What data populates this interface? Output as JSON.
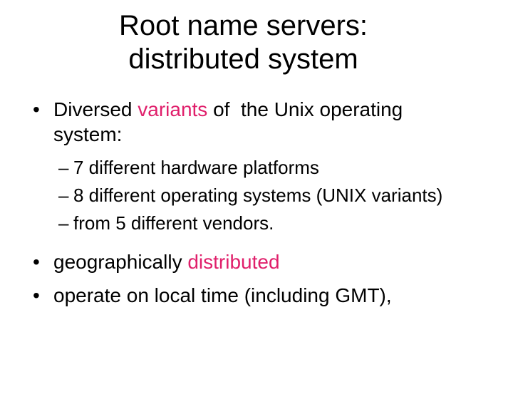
{
  "slide": {
    "background": "#ffffff",
    "text_color": "#000000",
    "highlight_color": "#e01f6b",
    "title": {
      "line1": "Root name servers:",
      "line2": "distributed system"
    },
    "bullets": {
      "b1": {
        "marker": "•",
        "pre": "Diversed ",
        "highlight": "variants",
        "post": " of  the Unix operating system:"
      },
      "sub_bullets": [
        {
          "marker": "–",
          "text": "7 different hardware platforms"
        },
        {
          "marker": "–",
          "text": "8 different operating systems (UNIX variants)"
        },
        {
          "marker": "–",
          "text": "from 5 different vendors."
        }
      ],
      "b2": {
        "marker": "•",
        "pre": "geographically ",
        "highlight": "distributed"
      },
      "b3": {
        "marker": "•",
        "text": "operate on local time (including GMT),"
      }
    }
  }
}
